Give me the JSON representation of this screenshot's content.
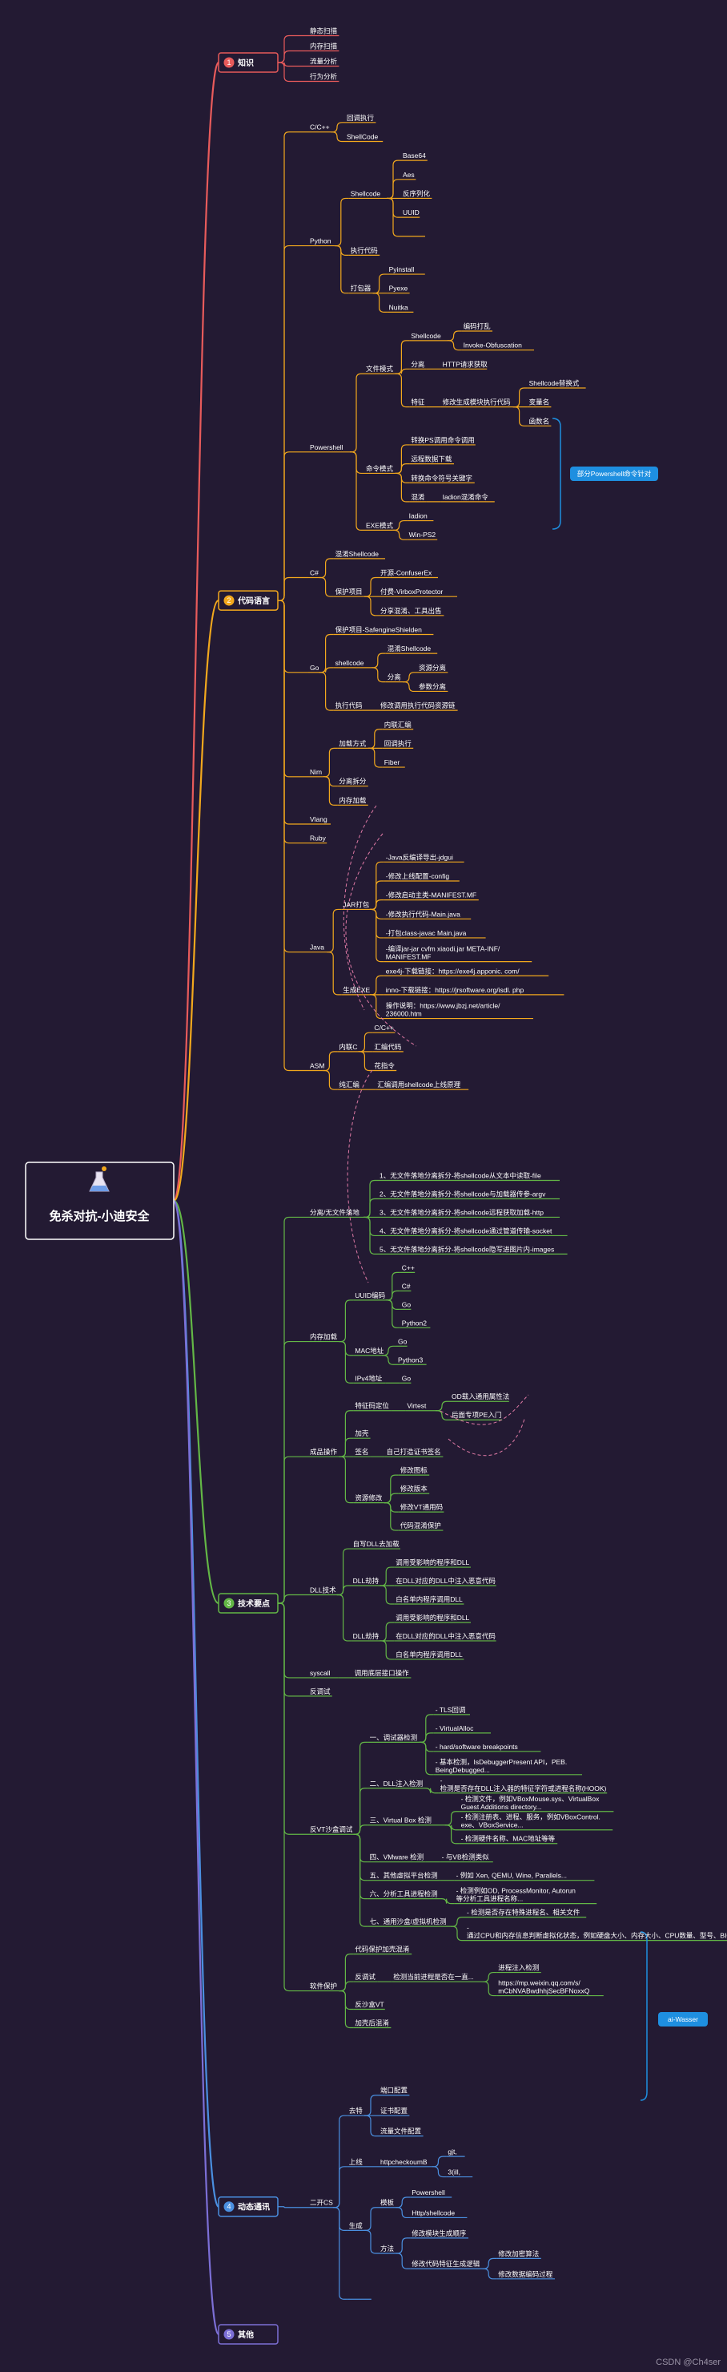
{
  "root": {
    "title": "免杀对抗-小迪安全"
  },
  "colors": {
    "background": "#231a33",
    "knowledge": "#e85b5b",
    "code": "#f2a81d",
    "tech": "#63b746",
    "dynamic": "#4a8fe0",
    "other": "#7c6fd6",
    "callout": "#1e8fe0"
  },
  "sections": [
    {
      "num": "1",
      "label": "知识"
    },
    {
      "num": "2",
      "label": "代码语言"
    },
    {
      "num": "3",
      "label": "技术要点"
    },
    {
      "num": "4",
      "label": "动态通讯"
    },
    {
      "num": "5",
      "label": "其他"
    }
  ],
  "callouts": {
    "powershell": "部分Powershell命令针对",
    "ai": "ai-Wasser"
  },
  "footer": "CSDN @Ch4ser",
  "tree": {
    "knowledge": [
      {
        "label": "静态扫描"
      },
      {
        "label": "内存扫描"
      },
      {
        "label": "流量分析"
      },
      {
        "label": "行为分析"
      }
    ],
    "code": [
      {
        "label": "C/C++",
        "children": [
          {
            "label": "回调执行"
          },
          {
            "label": "ShellCode"
          }
        ]
      },
      {
        "label": "Python",
        "children": [
          {
            "label": "Shellcode",
            "children": [
              {
                "label": "Base64"
              },
              {
                "label": "Aes"
              },
              {
                "label": "反序列化"
              },
              {
                "label": "UUID"
              },
              {
                "label": ""
              }
            ]
          },
          {
            "label": "执行代码"
          },
          {
            "label": "打包器",
            "children": [
              {
                "label": "Pyinstall"
              },
              {
                "label": "Pyexe"
              },
              {
                "label": "Nuitka"
              }
            ]
          }
        ]
      },
      {
        "label": "Powershell",
        "children": [
          {
            "label": "文件模式",
            "children": [
              {
                "label": "Shellcode",
                "children": [
                  {
                    "label": "编码打乱"
                  },
                  {
                    "label": "Invoke-Obfuscation"
                  }
                ]
              },
              {
                "label": "分离",
                "children": [
                  {
                    "label": "HTTP请求获取"
                  }
                ]
              },
              {
                "label": "特征",
                "children": [
                  {
                    "label": "修改生成模块执行代码",
                    "children": [
                      {
                        "label": "Shellcode替换式"
                      },
                      {
                        "label": "变量名"
                      },
                      {
                        "label": "函数名"
                      }
                    ]
                  }
                ]
              }
            ]
          },
          {
            "label": "命令模式",
            "children": [
              {
                "label": "转换PS调用命令调用"
              },
              {
                "label": "远程数据下载"
              },
              {
                "label": "转换命令符号关键字"
              },
              {
                "label": "混淆",
                "children": [
                  {
                    "label": "Iadion混淆命令"
                  }
                ]
              }
            ]
          },
          {
            "label": "EXE模式",
            "children": [
              {
                "label": "Iadion"
              },
              {
                "label": "Win-PS2"
              }
            ]
          }
        ]
      },
      {
        "label": "C#",
        "children": [
          {
            "label": "混淆Shellcode"
          },
          {
            "label": "保护项目",
            "children": [
              {
                "label": "开源-ConfuserEx"
              },
              {
                "label": "付费-VirboxProtector"
              },
              {
                "label": "分享混淆、工具出售"
              }
            ]
          }
        ]
      },
      {
        "label": "Go",
        "children": [
          {
            "label": "保护项目-SafengineShielden"
          },
          {
            "label": "shellcode",
            "children": [
              {
                "label": "混淆Shellcode"
              },
              {
                "label": "分离",
                "children": [
                  {
                    "label": "资源分离"
                  },
                  {
                    "label": "参数分离"
                  }
                ]
              }
            ]
          },
          {
            "label": "执行代码",
            "children": [
              {
                "label": "修改调用执行代码资源链"
              }
            ]
          }
        ]
      },
      {
        "label": "Nim",
        "children": [
          {
            "label": "加载方式",
            "children": [
              {
                "label": "内联汇编"
              },
              {
                "label": "回调执行"
              },
              {
                "label": "Fiber"
              }
            ]
          },
          {
            "label": "分离拆分"
          },
          {
            "label": "内存加载"
          }
        ]
      },
      {
        "label": "Vlang"
      },
      {
        "label": "Ruby"
      },
      {
        "label": "Java",
        "children": [
          {
            "label": "JAR打包",
            "children": [
              {
                "label": "-Java反编译导出-jdgui"
              },
              {
                "label": "-修改上线配置-config"
              },
              {
                "label": "-修改启动主类-MANIFEST.MF"
              },
              {
                "label": "-修改执行代码-Main.java"
              },
              {
                "label": "-打包class-javac Main.java"
              },
              {
                "label": "-编译jar-jar cvfm xiaodi.jar META-INF/ MANIFEST.MF"
              }
            ]
          },
          {
            "label": "生成EXE",
            "children": [
              {
                "label": "exe4j-下载链接：https://exe4j.apponic. com/"
              },
              {
                "label": "inno-下载链接：https://jrsoftware.org/isdl. php"
              },
              {
                "label": "操作说明：https://www.jbzj.net/article/ 236000.htm"
              }
            ]
          }
        ]
      },
      {
        "label": "ASM",
        "children": [
          {
            "label": "内联C",
            "children": [
              {
                "label": "C/C++"
              },
              {
                "label": "汇编代码"
              },
              {
                "label": "花指令"
              }
            ]
          },
          {
            "label": "纯汇编",
            "children": [
              {
                "label": "汇编调用shellcode上线原理"
              }
            ]
          }
        ]
      }
    ],
    "tech": [
      {
        "label": "分离/无文件落地",
        "children": [
          {
            "label": "1、无文件落地分离拆分-将shellcode从文本中读取-file"
          },
          {
            "label": "2、无文件落地分离拆分-将shellcode与加载器传参-argv"
          },
          {
            "label": "3、无文件落地分离拆分-将shellcode远程获取加载-http"
          },
          {
            "label": "4、无文件落地分离拆分-将shellcode通过管道传输-socket"
          },
          {
            "label": "5、无文件落地分离拆分-将shellcode隐写进图片内-images"
          }
        ]
      },
      {
        "label": "内存加载",
        "children": [
          {
            "label": "UUID编码",
            "children": [
              {
                "label": "C++"
              },
              {
                "label": "C#"
              },
              {
                "label": "Go"
              },
              {
                "label": "Python2"
              }
            ]
          },
          {
            "label": "MAC地址",
            "children": [
              {
                "label": "Go"
              },
              {
                "label": "Python3"
              }
            ]
          },
          {
            "label": "IPv4地址",
            "children": [
              {
                "label": "Go"
              }
            ]
          }
        ]
      },
      {
        "label": "成品操作",
        "children": [
          {
            "label": "特征码定位",
            "children": [
              {
                "label": "Virtest",
                "children": [
                  {
                    "label": "OD载入通用属性法"
                  },
                  {
                    "label": "后面专项PE入门"
                  }
                ]
              }
            ]
          },
          {
            "label": "加壳"
          },
          {
            "label": "签名",
            "children": [
              {
                "label": "自己打造证书签名"
              }
            ]
          },
          {
            "label": "资源修改",
            "children": [
              {
                "label": "修改图标"
              },
              {
                "label": "修改版本"
              },
              {
                "label": "修改VT通用码"
              },
              {
                "label": "代码混淆保护"
              }
            ]
          }
        ]
      },
      {
        "label": "DLL技术",
        "children": [
          {
            "label": "自写DLL去加载"
          },
          {
            "label": "DLL劫持",
            "children": [
              {
                "label": "调用受影响的程序和DLL"
              },
              {
                "label": "在DLL对应的DLL中注入恶意代码"
              },
              {
                "label": "白名单内程序调用DLL"
              }
            ]
          },
          {
            "label": "DLL劫持",
            "children": [
              {
                "label": "调用受影响的程序和DLL"
              },
              {
                "label": "在DLL对应的DLL中注入恶意代码"
              },
              {
                "label": "白名单内程序调用DLL"
              }
            ]
          }
        ]
      },
      {
        "label": "syscall",
        "children": [
          {
            "label": "调用底层接口操作"
          }
        ]
      },
      {
        "label": "反调试"
      },
      {
        "label": "反VT沙盒调试",
        "children": [
          {
            "label": "一、调试器检测",
            "children": [
              {
                "label": "- TLS回调"
              },
              {
                "label": "- VirtualAlloc"
              },
              {
                "label": "- hard/software breakpoints"
              },
              {
                "label": "- 基本检测，IsDebuggerPresent API，PEB. BeingDebugged..."
              }
            ]
          },
          {
            "label": "二、DLL注入检测",
            "children": [
              {
                "label": "- 检测是否存在DLL注入器的特征字符或进程名称(HOOK)"
              }
            ]
          },
          {
            "label": "三、Virtual Box 检测",
            "children": [
              {
                "label": "- 检测文件，例如VBoxMouse.sys、VirtualBox Guest Additions directory..."
              },
              {
                "label": "- 检测注册表、进程、服务，例如VBoxControl. exe、VBoxService..."
              },
              {
                "label": "- 检测硬件名称、MAC地址等等"
              }
            ]
          },
          {
            "label": "四、VMware 检测",
            "children": [
              {
                "label": "- 与VB检测类似"
              }
            ]
          },
          {
            "label": "五、其他虚拟平台检测",
            "children": [
              {
                "label": "- 例如 Xen, QEMU, Wine, Parallels..."
              }
            ]
          },
          {
            "label": "六、分析工具进程检测",
            "children": [
              {
                "label": "- 检测例如OD, ProcessMonitor, Autorun 等分析工具进程名称..."
              }
            ]
          },
          {
            "label": "七、通用沙盒/虚拟机检测",
            "children": [
              {
                "label": "- 检测是否存在特殊进程名、相关文件"
              },
              {
                "label": "- 通过CPU和内存信息判断虚拟化状态，例如硬盘大小、内存大小、CPU数量、型号、BIOS信息等内容、鼠标移动、温度等等..."
              }
            ]
          }
        ]
      },
      {
        "label": "软件保护",
        "children": [
          {
            "label": "代码保护加壳混淆"
          },
          {
            "label": "反调试",
            "children": [
              {
                "label": "检测当前进程是否在一直...",
                "children": [
                  {
                    "label": "进程注入检测"
                  },
                  {
                    "label": "https://mp.weixin.qq.com/s/ mCbNVABwdhhjSecBFNoxxQ"
                  }
                ]
              }
            ]
          },
          {
            "label": "反沙盒VT"
          },
          {
            "label": "加壳后混淆"
          }
        ]
      }
    ],
    "dynamic": [
      {
        "label": "二开CS",
        "children": [
          {
            "label": "去特",
            "children": [
              {
                "label": "端口配置"
              },
              {
                "label": "证书配置"
              },
              {
                "label": "流量文件配置"
              }
            ]
          },
          {
            "label": "上线",
            "children": [
              {
                "label": "httpcheckoumB",
                "children": [
                  {
                    "label": "gjt,"
                  },
                  {
                    "label": "3(ill,"
                  }
                ]
              }
            ]
          },
          {
            "label": "生成",
            "children": [
              {
                "label": "模板",
                "children": [
                  {
                    "label": "Powershell"
                  },
                  {
                    "label": "Http/shellcode"
                  }
                ]
              },
              {
                "label": "方法",
                "children": [
                  {
                    "label": "修改模块生成顺序"
                  },
                  {
                    "label": "修改代码特征生成逻辑",
                    "children": [
                      {
                        "label": "修改加密算法"
                      },
                      {
                        "label": "修改数据编码过程"
                      }
                    ]
                  }
                ]
              }
            ]
          },
          {
            "label": ""
          }
        ]
      }
    ],
    "other": []
  }
}
